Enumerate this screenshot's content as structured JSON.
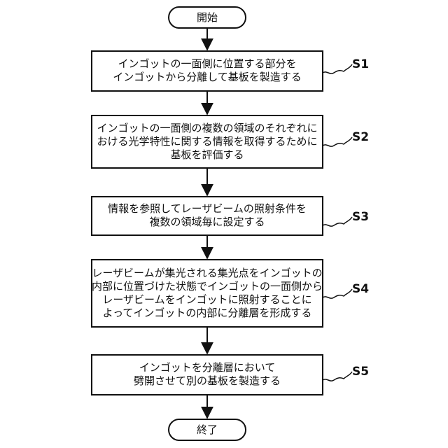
{
  "terminals": {
    "start": "開始",
    "end": "終了"
  },
  "steps": [
    {
      "label": "S1",
      "lines": [
        "インゴットの一面側に位置する部分を",
        "インゴットから分離して基板を製造する"
      ]
    },
    {
      "label": "S2",
      "lines": [
        "インゴットの一面側の複数の領域のそれぞれに",
        "おける光学特性に関する情報を取得するために",
        "基板を評価する"
      ]
    },
    {
      "label": "S3",
      "lines": [
        "情報を参照してレーザビームの照射条件を",
        "複数の領域毎に設定する"
      ]
    },
    {
      "label": "S4",
      "lines": [
        "レーザビームが集光される集光点をインゴットの",
        "内部に位置づけた状態でインゴットの一面側から",
        "レーザビームをインゴットに照射することに",
        "よってインゴットの内部に分離層を形成する"
      ]
    },
    {
      "label": "S5",
      "lines": [
        "インゴットを分離層において",
        "劈開させて別の基板を製造する"
      ]
    }
  ]
}
